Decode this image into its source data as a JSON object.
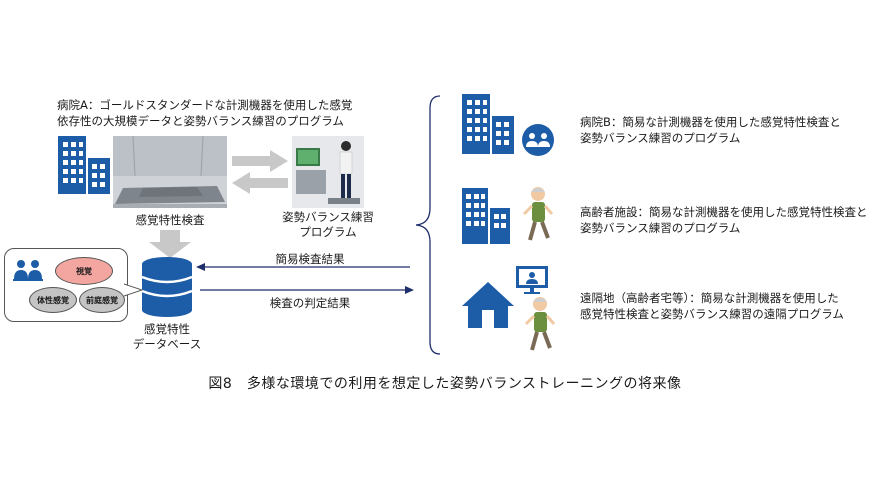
{
  "hospital_a": {
    "title_line1": "病院A：ゴールドスタンダードな計測機器を使用した感覚",
    "title_line2": "依存性の大規模データと姿勢バランス練習のプログラム",
    "label_sensory_test": "感覚特性検査",
    "label_balance_line1": "姿勢バランス練習",
    "label_balance_line2": "プログラム"
  },
  "bubble": {
    "visual": "視覚",
    "somatosensory": "体性感覚",
    "vestibular": "前庭感覚"
  },
  "database": {
    "label_line1": "感覚特性",
    "label_line2": "データベース"
  },
  "arrows": {
    "simple_result": "簡易検査結果",
    "judgement_result": "検査の判定結果"
  },
  "sites": [
    {
      "line1": "病院B：簡易な計測機器を使用した感覚特性検査と",
      "line2": "姿勢バランス練習のプログラム"
    },
    {
      "line1": "高齢者施設：簡易な計測機器を使用した感覚特性検査と",
      "line2": "姿勢バランス練習のプログラム"
    },
    {
      "line1": "遠隔地（高齢者宅等）：簡易な計測機器を使用した",
      "line2": "感覚特性検査と姿勢バランス練習の遠隔プログラム"
    }
  ],
  "caption": "図8　多様な環境での利用を想定した姿勢バランストレーニングの将来像",
  "colors": {
    "building_blue": "#1d5da8",
    "arrow_gray": "#c8c8c8",
    "arrow_navy": "#1f2f6b",
    "ellipse_red": "#f3a5a0",
    "ellipse_gray": "#c4c4c4"
  },
  "icons": [
    "building-icon",
    "people-icon",
    "database-icon",
    "elderly-person-icon",
    "house-icon",
    "monitor-icon"
  ]
}
